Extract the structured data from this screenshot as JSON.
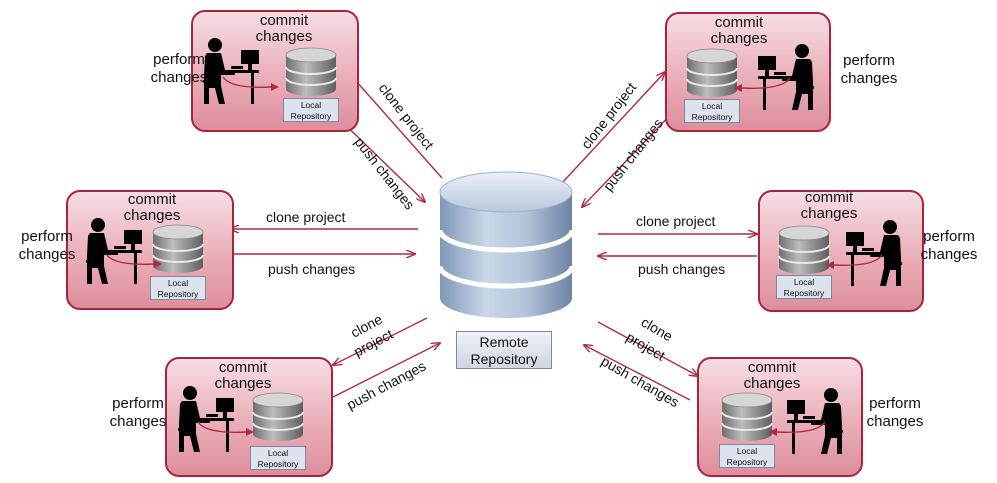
{
  "diagram": {
    "remote_repository": {
      "line1": "Remote",
      "line2": "Repository"
    },
    "developers": [
      {
        "id": "top-left",
        "commit_line1": "commit",
        "commit_line2": "changes",
        "perform_line1": "perform",
        "perform_line2": "changes",
        "local_line1": "Local",
        "local_line2": "Repository"
      },
      {
        "id": "mid-left",
        "commit_line1": "commit",
        "commit_line2": "changes",
        "perform_line1": "perform",
        "perform_line2": "changes",
        "local_line1": "Local",
        "local_line2": "Repository"
      },
      {
        "id": "bottom-left",
        "commit_line1": "commit",
        "commit_line2": "changes",
        "perform_line1": "perform",
        "perform_line2": "changes",
        "local_line1": "Local",
        "local_line2": "Repository"
      },
      {
        "id": "top-right",
        "commit_line1": "commit",
        "commit_line2": "changes",
        "perform_line1": "perform",
        "perform_line2": "changes",
        "local_line1": "Local",
        "local_line2": "Repository"
      },
      {
        "id": "mid-right",
        "commit_line1": "commit",
        "commit_line2": "changes",
        "perform_line1": "perform",
        "perform_line2": "changes",
        "local_line1": "Local",
        "local_line2": "Repository"
      },
      {
        "id": "bottom-right",
        "commit_line1": "commit",
        "commit_line2": "changes",
        "perform_line1": "perform",
        "perform_line2": "changes",
        "local_line1": "Local",
        "local_line2": "Repository"
      }
    ],
    "arrows": {
      "top_left": {
        "clone_line1": "clone project",
        "clone_line2": "",
        "push": "push changes"
      },
      "mid_left": {
        "clone_line1": "clone project",
        "clone_line2": "",
        "push": "push changes"
      },
      "bottom_left": {
        "clone_line1": "clone",
        "clone_line2": "project",
        "push": "push changes"
      },
      "top_right": {
        "clone_line1": "clone project",
        "clone_line2": "",
        "push": "push changes"
      },
      "mid_right": {
        "clone_line1": "clone project",
        "clone_line2": "",
        "push": "push changes"
      },
      "bottom_right": {
        "clone_line1": "clone",
        "clone_line2": "project",
        "push": "push changes"
      }
    },
    "colors": {
      "box_border": "#a8233f",
      "box_fill": "#e9aab6",
      "arrow": "#b02a45",
      "db_blue": "#9fb5cf"
    }
  }
}
